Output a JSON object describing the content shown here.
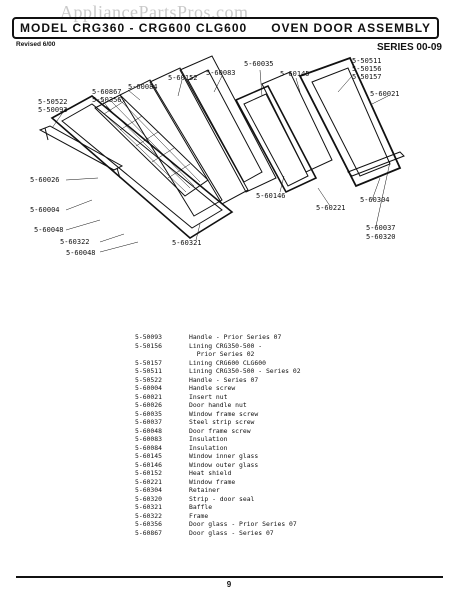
{
  "watermark": "AppliancePartsPros.com",
  "header": {
    "model": "MODEL CRG360 - CRG600 CLG600",
    "assembly": "OVEN DOOR ASSEMBLY",
    "revised": "Revised 6/00",
    "series": "SERIES 00-09"
  },
  "callouts": {
    "c50522": "5-50522",
    "c50093": "5-50093",
    "c60867": "5-60867",
    "c50356": "5-50356",
    "c60084": "5-60084",
    "c60152": "5-60152",
    "c60083": "5-60083",
    "c60035": "5-60035",
    "c60145": "5-60145",
    "c50511": "5-50511",
    "c50156": "5-50156",
    "c50157": "5-50157",
    "c60021": "5-60021",
    "c60026": "5-60026",
    "c60004": "5-60004",
    "c60048a": "5-60048",
    "c60322": "5-60322",
    "c60048b": "5-60048",
    "c60321": "5-60321",
    "c60146": "5-60146",
    "c60221": "5-60221",
    "c60304": "5-60304",
    "c60037": "5-60037",
    "c60320": "5-60320"
  },
  "parts": [
    {
      "pn": "5-50093",
      "desc": "Handle - Prior Series 07"
    },
    {
      "pn": "5-50156",
      "desc": "Lining CRG350-500 -"
    },
    {
      "pn": "",
      "desc": "  Prior Series 02"
    },
    {
      "pn": "5-50157",
      "desc": "Lining CRG600 CLG600"
    },
    {
      "pn": "5-50511",
      "desc": "Lining CRG350-500 - Series 02"
    },
    {
      "pn": "5-50522",
      "desc": "Handle - Series 07"
    },
    {
      "pn": "5-60004",
      "desc": "Handle screw"
    },
    {
      "pn": "5-60021",
      "desc": "Insert nut"
    },
    {
      "pn": "5-60026",
      "desc": "Door handle nut"
    },
    {
      "pn": "5-60035",
      "desc": "Window frame screw"
    },
    {
      "pn": "5-60037",
      "desc": "Steel strip screw"
    },
    {
      "pn": "5-60048",
      "desc": "Door frame screw"
    },
    {
      "pn": "5-60083",
      "desc": "Insulation"
    },
    {
      "pn": "5-60084",
      "desc": "Insulation"
    },
    {
      "pn": "5-60145",
      "desc": "Window inner glass"
    },
    {
      "pn": "5-60146",
      "desc": "Window outer glass"
    },
    {
      "pn": "5-60152",
      "desc": "Heat shield"
    },
    {
      "pn": "5-60221",
      "desc": "Window frame"
    },
    {
      "pn": "5-60304",
      "desc": "Retainer"
    },
    {
      "pn": "5-60320",
      "desc": "Strip - door seal"
    },
    {
      "pn": "5-60321",
      "desc": "Baffle"
    },
    {
      "pn": "5-60322",
      "desc": "Frame"
    },
    {
      "pn": "5-60356",
      "desc": "Door glass - Prior Series 07"
    },
    {
      "pn": "5-60867",
      "desc": "Door glass - Series 07"
    }
  ],
  "page_number": "9"
}
